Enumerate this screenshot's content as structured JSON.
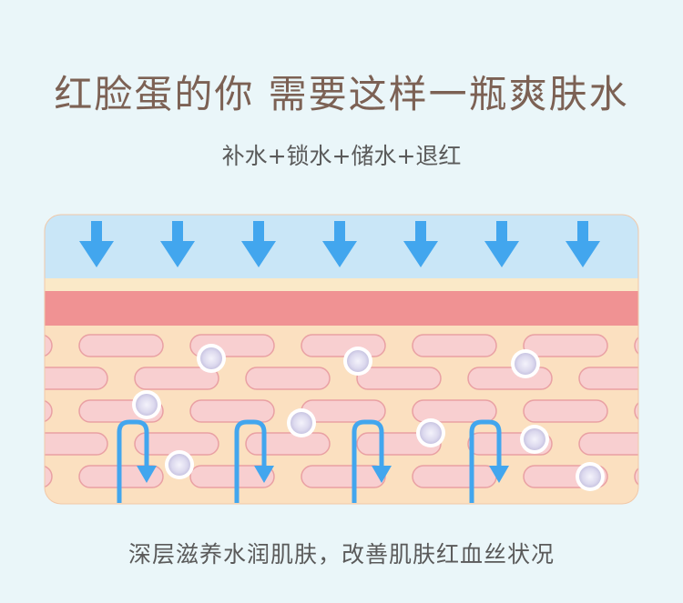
{
  "title": "红脸蛋的你 需要这样一瓶爽肤水",
  "subtitle": "补水+锁水+储水+退红",
  "caption": "深层滋养水润肌肤，改善肌肤红血丝状况",
  "icons": {
    "down_arrow": "down-arrow-icon",
    "return_arrow": "return-arrow-icon",
    "water_bubble": "water-bubble-icon"
  },
  "colors": {
    "background": "#eaf6f9",
    "water_layer": "#c9e6f7",
    "arrow_blue": "#42a6ee",
    "cream_band": "#fae9c8",
    "red_layer": "#f09293",
    "skin_base": "#fbe0c0",
    "cell_fill": "#f8cfd0",
    "cell_stroke": "#e9a0a3",
    "title": "#7c6154",
    "text": "#5a5a5a"
  }
}
